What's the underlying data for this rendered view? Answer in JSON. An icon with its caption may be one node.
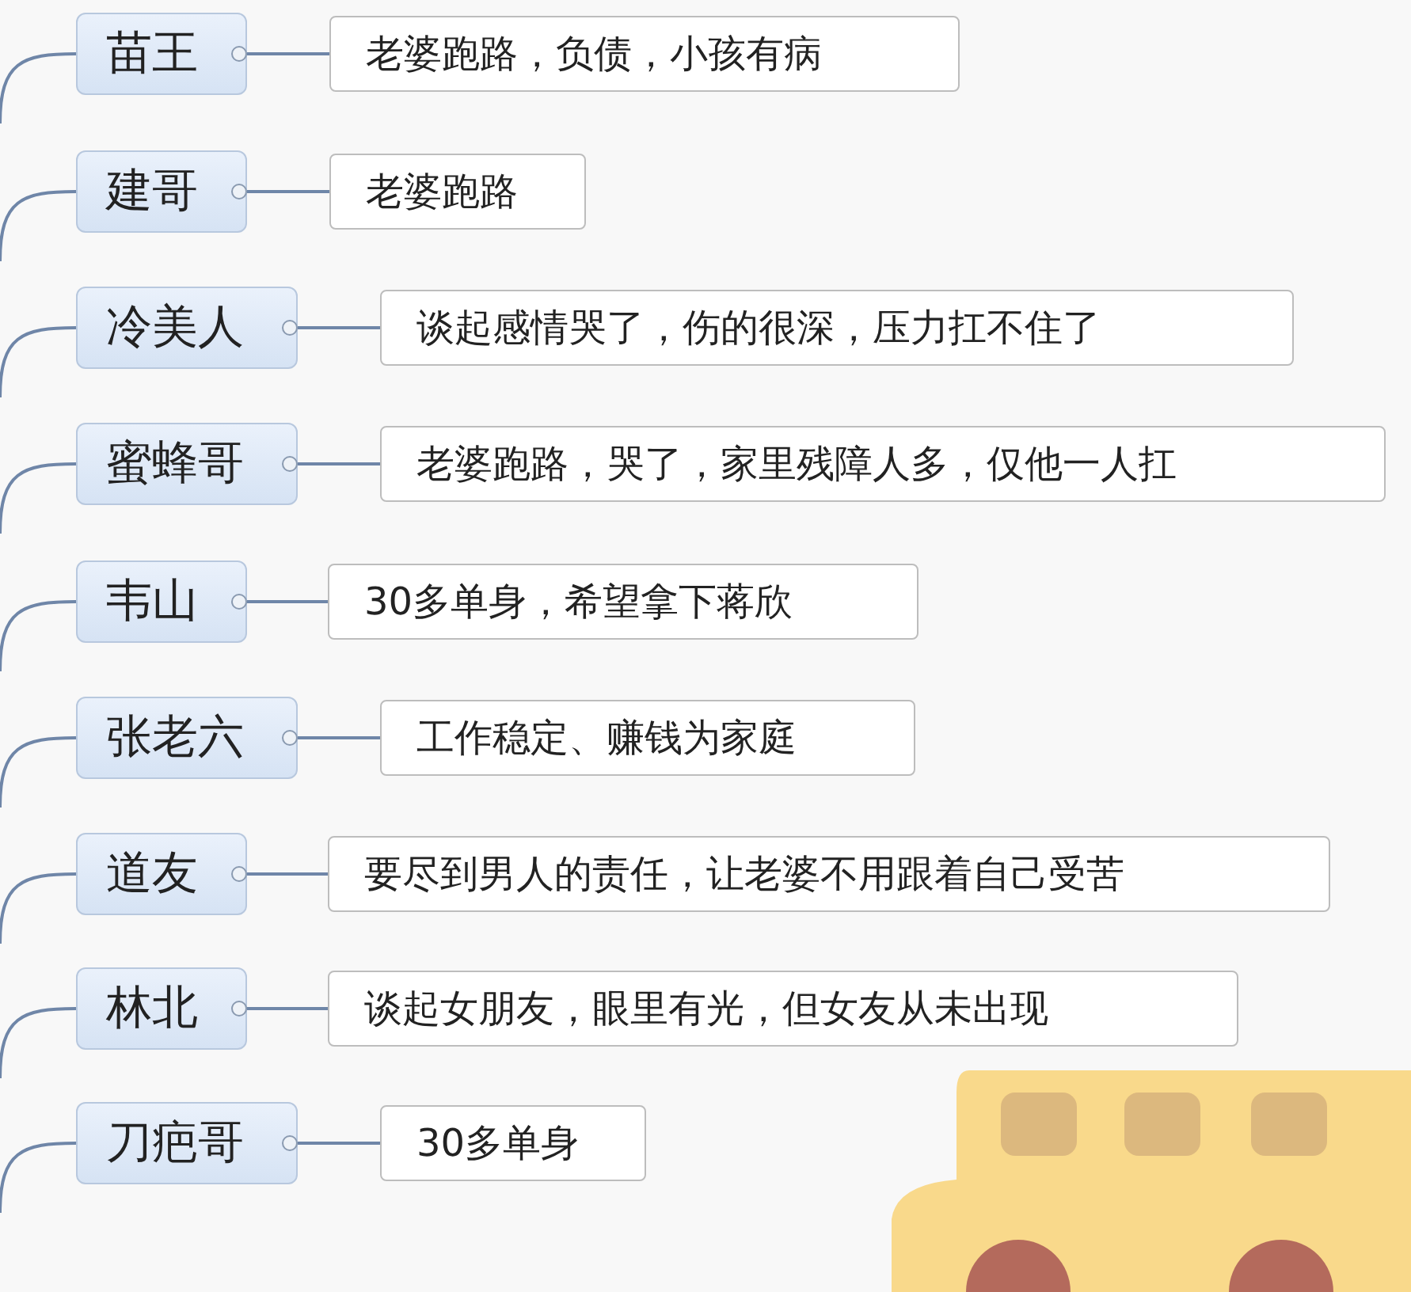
{
  "diagram": {
    "nodes": [
      {
        "text": [
          "苗王"
        ]
      },
      {
        "text": [
          "老婆跑路，负债，小孩有病"
        ]
      },
      {
        "text": [
          "建哥"
        ]
      },
      {
        "text": [
          "老婆跑路"
        ]
      },
      {
        "text": [
          "冷美人"
        ]
      },
      {
        "text": [
          "谈起感情哭了，伤的很深，压力扛不住了"
        ]
      },
      {
        "text": [
          "蜜蜂哥"
        ]
      },
      {
        "text": [
          "老婆跑路，哭了，家里残障人多，仅他一人扛"
        ]
      },
      {
        "text": [
          "韦山"
        ]
      },
      {
        "text": [
          "30多单身，希望拿下蒋欣"
        ]
      },
      {
        "text": [
          "张老六"
        ]
      },
      {
        "text": [
          "工作稳定、赚钱为家庭"
        ]
      },
      {
        "text": [
          "道友"
        ]
      },
      {
        "text": [
          "要尽到男人的责任，让老婆不用跟着自己受苦"
        ]
      },
      {
        "text": [
          "林北"
        ]
      },
      {
        "text": [
          "谈起女朋友，眼里有光，但女友从未出现"
        ]
      },
      {
        "text": [
          "刀疤哥"
        ]
      },
      {
        "text": [
          "30多单身"
        ]
      }
    ],
    "edges": [
      {
        "from": null,
        "to": 0,
        "arrow": "none"
      },
      {
        "from": 0,
        "to": 1,
        "arrow": "none"
      },
      {
        "from": null,
        "to": 2,
        "arrow": "none"
      },
      {
        "from": 2,
        "to": 3,
        "arrow": "none"
      },
      {
        "from": null,
        "to": 4,
        "arrow": "none"
      },
      {
        "from": 4,
        "to": 5,
        "arrow": "none"
      },
      {
        "from": null,
        "to": 6,
        "arrow": "none"
      },
      {
        "from": 6,
        "to": 7,
        "arrow": "none"
      },
      {
        "from": null,
        "to": 8,
        "arrow": "none"
      },
      {
        "from": 8,
        "to": 9,
        "arrow": "none"
      },
      {
        "from": null,
        "to": 10,
        "arrow": "none"
      },
      {
        "from": 10,
        "to": 11,
        "arrow": "none"
      },
      {
        "from": null,
        "to": 12,
        "arrow": "none"
      },
      {
        "from": 12,
        "to": 13,
        "arrow": "none"
      },
      {
        "from": null,
        "to": 14,
        "arrow": "none"
      },
      {
        "from": 14,
        "to": 15,
        "arrow": "none"
      },
      {
        "from": null,
        "to": 16,
        "arrow": "none"
      },
      {
        "from": 16,
        "to": 17,
        "arrow": "none"
      }
    ]
  }
}
